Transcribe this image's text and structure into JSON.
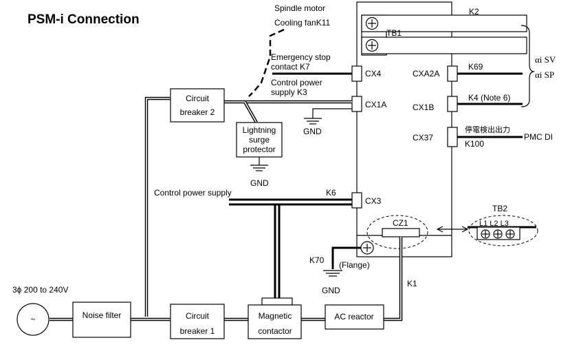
{
  "title": "PSM-i Connection",
  "blocks": {
    "circuit_breaker_2": [
      "Circuit",
      "breaker 2"
    ],
    "lightning_surge_protector": [
      "Lightning",
      "surge",
      "protector"
    ],
    "noise_filter": "Noise filter",
    "circuit_breaker_1": [
      "Circuit",
      "breaker 1"
    ],
    "magnetic_contactor": [
      "Magnetic",
      "contactor"
    ],
    "ac_reactor": "AC reactor",
    "tb1": "TB1",
    "tb2": "TB2",
    "tb2_terminals": "L1 L2 L3",
    "cz1": "CZ1"
  },
  "connectors": {
    "cx4": "CX4",
    "cx1a": "CX1A",
    "cx3": "CX3",
    "cxa2a": "CXA2A",
    "cx1b": "CX1B",
    "cx37": "CX37"
  },
  "cables": {
    "k2": "K2",
    "k69": "K69",
    "k4": "K4 (Note 6)",
    "k100": "K100",
    "k6": "K6",
    "k70": "K70",
    "k1": "K1"
  },
  "labels": {
    "spindle_motor": "Spindle motor",
    "cooling_fan": "Cooling fanK11",
    "emergency_stop_1": "Emergency stop",
    "emergency_stop_2": "contact K7",
    "control_power_supply_k3_1": "Control power",
    "control_power_supply_k3_2": "supply K3",
    "gnd_1": "GND",
    "gnd_2": "GND",
    "gnd_3": "GND",
    "control_power_supply": "Control power supply",
    "flange": "(Flange)",
    "power_source": "3ϕ 200 to 240V",
    "power_symbol": "~",
    "ai_sv": "αi SV",
    "ai_sp": "αi SP",
    "power_fail_output": "停電検出出力",
    "pmc_di": "PMC DI"
  }
}
